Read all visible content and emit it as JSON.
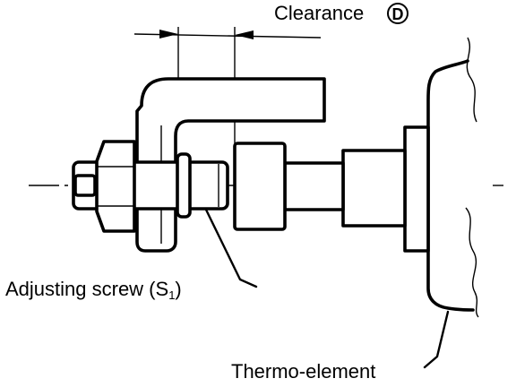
{
  "labels": {
    "clearance": "Clearance",
    "clearance_marker": "D",
    "adjusting_screw": "Adjusting screw (S",
    "adjusting_screw_sub": "1",
    "adjusting_screw_close": ")",
    "thermo_element": "Thermo-element"
  }
}
